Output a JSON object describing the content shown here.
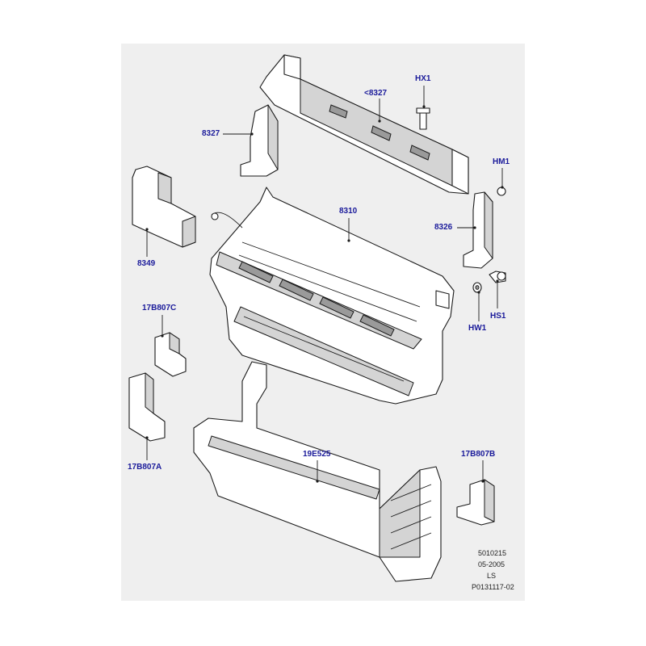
{
  "callouts": {
    "hx1": "HX1",
    "lt8327_top": "<8327",
    "c8327": "8327",
    "hm1": "HM1",
    "c8310": "8310",
    "c8326": "8326",
    "c8349": "8349",
    "hs1": "HS1",
    "hw1": "HW1",
    "c17b807c": "17B807C",
    "c17b807a": "17B807A",
    "c19e525": "19E525",
    "c17b807b": "17B807B"
  },
  "info": {
    "line1": "5010215",
    "line2": "05-2005",
    "line3": "LS",
    "line4": "P0131117-02"
  },
  "colors": {
    "panel": "#efefef",
    "callout": "#1a1a9a",
    "line": "#1a1a1a"
  }
}
